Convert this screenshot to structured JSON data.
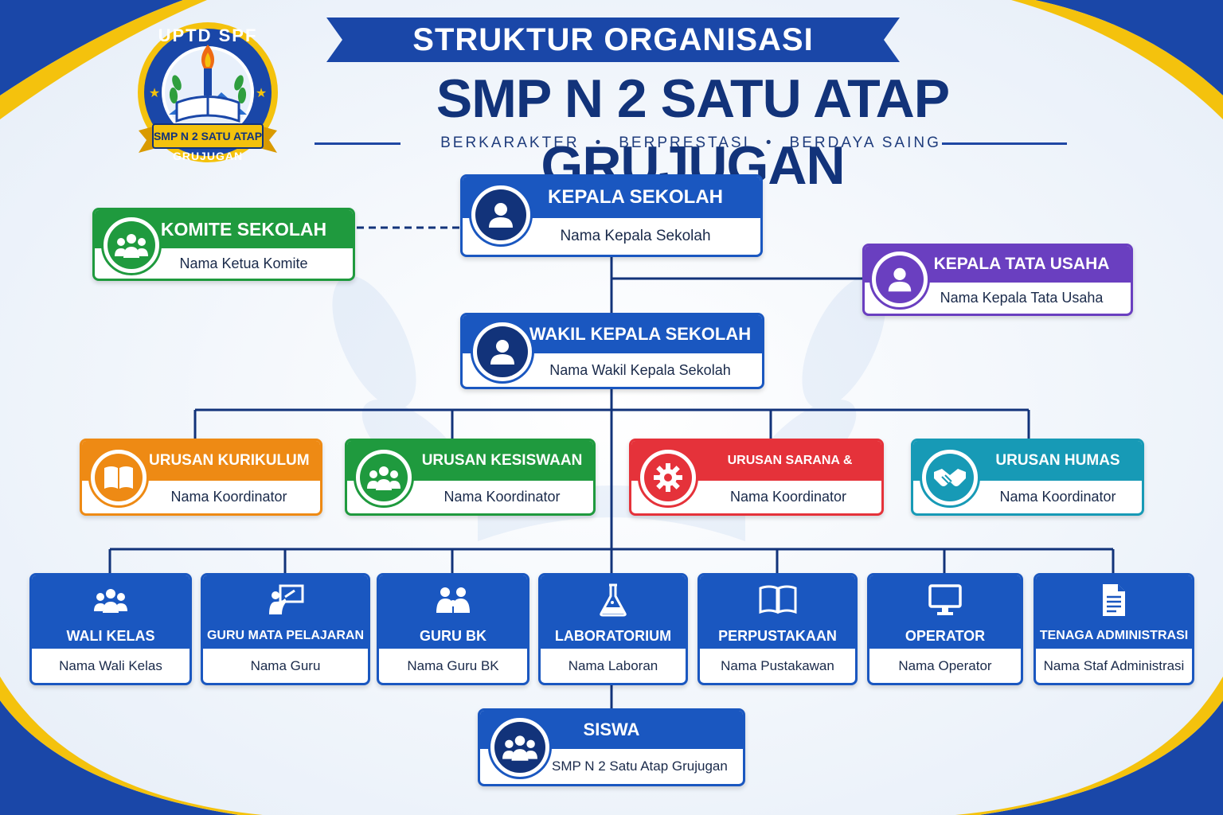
{
  "header": {
    "title": "STRUKTUR ORGANISASI",
    "school": "SMP N 2 SATU ATAP GRUJUGAN",
    "tagline": [
      "BERKARAKTER",
      "BERPRESTASI",
      "BERDAYA SAING"
    ]
  },
  "logo": {
    "top_text": "UPTD SPF",
    "ribbon_text": "SMP N 2 SATU ATAP",
    "bottom_text": "GRUJUGAN"
  },
  "colors": {
    "navy": "#12337a",
    "blue": "#1a57c0",
    "green": "#1f9a3e",
    "purple": "#6a3fc0",
    "orange": "#ee8a14",
    "red": "#e5323a",
    "teal": "#179ab6",
    "gold": "#f4c20d"
  },
  "nodes": {
    "kepala": {
      "title": "KEPALA SEKOLAH",
      "name": "Nama Kepala Sekolah",
      "icon": "person-icon"
    },
    "komite": {
      "title": "KOMITE SEKOLAH",
      "name": "Nama Ketua Komite",
      "icon": "group-icon"
    },
    "tu": {
      "title": "KEPALA TATA USAHA",
      "name": "Nama Kepala Tata Usaha",
      "icon": "person-icon"
    },
    "wakil": {
      "title": "WAKIL KEPALA SEKOLAH",
      "name": "Nama Wakil Kepala Sekolah",
      "icon": "person-icon"
    },
    "kurikulum": {
      "title": "URUSAN KURIKULUM",
      "name": "Nama Koordinator",
      "icon": "book-icon"
    },
    "kesiswaan": {
      "title": "URUSAN KESISWAAN",
      "name": "Nama Koordinator",
      "icon": "group-icon"
    },
    "sarana": {
      "title": "URUSAN SARANA & PRASARANA",
      "name": "Nama Koordinator",
      "icon": "gear-icon"
    },
    "humas": {
      "title": "URUSAN HUMAS",
      "name": "Nama Koordinator",
      "icon": "handshake-icon"
    },
    "siswa": {
      "title": "SISWA",
      "name": "SMP N 2 Satu Atap Grujugan",
      "icon": "group-icon"
    }
  },
  "units": [
    {
      "title": "WALI KELAS",
      "name": "Nama Wali Kelas",
      "icon": "group-icon"
    },
    {
      "title": "GURU MATA PELAJARAN",
      "name": "Nama Guru",
      "icon": "teacher-icon"
    },
    {
      "title": "GURU BK",
      "name": "Nama Guru BK",
      "icon": "counseling-icon"
    },
    {
      "title": "LABORATORIUM",
      "name": "Nama Laboran",
      "icon": "flask-icon"
    },
    {
      "title": "PERPUSTAKAAN",
      "name": "Nama Pustakawan",
      "icon": "book-icon"
    },
    {
      "title": "OPERATOR SEKOLAH",
      "name": "Nama Operator",
      "icon": "monitor-icon"
    },
    {
      "title": "TENAGA ADMINISTRASI",
      "name": "Nama Staf Administrasi",
      "icon": "document-icon"
    }
  ]
}
